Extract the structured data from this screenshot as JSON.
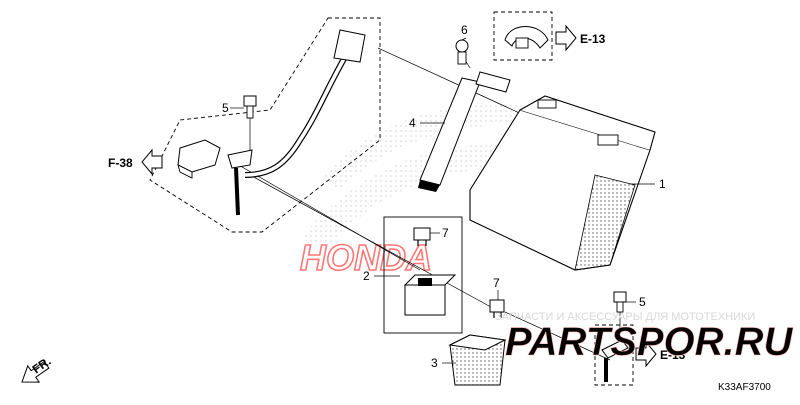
{
  "callouts": [
    "1",
    "2",
    "3",
    "4",
    "5",
    "5",
    "6",
    "7",
    "7"
  ],
  "references": {
    "e13_top": "E-13",
    "e13_bottom": "E-13",
    "f38": "F-38",
    "fr": "FR."
  },
  "diagram_code": "K33AF3700",
  "watermark": {
    "brand": "HONDA",
    "site": "PARTSPOR.RU",
    "tagline": "ЗАПЧАСТИ И АКСЕССУАРЫ ДЛЯ МОТОТЕХНИКИ"
  }
}
